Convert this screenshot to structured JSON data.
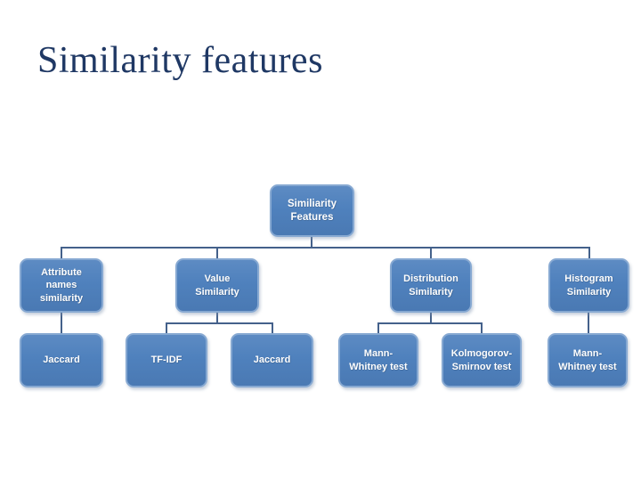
{
  "slide": {
    "title": "Similarity features"
  },
  "colors": {
    "title_text": "#1F3864",
    "node_fill": "#4F81BD",
    "node_border": "#87A9D2",
    "node_text": "#FFFFFF",
    "connector": "#44618B",
    "background": "#FFFFFF"
  },
  "diagram": {
    "type": "hierarchy",
    "root": {
      "id": "similiarity-features",
      "label": "Similiarity\nFeatures"
    },
    "level2": [
      {
        "id": "attribute-names-similarity",
        "parent": "similiarity-features",
        "label": "Attribute\nnames\nsimilarity"
      },
      {
        "id": "value-similarity",
        "parent": "similiarity-features",
        "label": "Value\nSimilarity"
      },
      {
        "id": "distribution-similarity",
        "parent": "similiarity-features",
        "label": "Distribution\nSimilarity"
      },
      {
        "id": "histogram-similarity",
        "parent": "similiarity-features",
        "label": "Histogram\nSimilarity"
      }
    ],
    "level3": [
      {
        "id": "jaccard-1",
        "parent": "attribute-names-similarity",
        "label": "Jaccard"
      },
      {
        "id": "tf-idf",
        "parent": "value-similarity",
        "label": "TF-IDF"
      },
      {
        "id": "jaccard-2",
        "parent": "value-similarity",
        "label": "Jaccard"
      },
      {
        "id": "mann-whitney-1",
        "parent": "distribution-similarity",
        "label": "Mann-\nWhitney test"
      },
      {
        "id": "kolmogorov-smirnov",
        "parent": "distribution-similarity",
        "label": "Kolmogorov-\nSmirnov test"
      },
      {
        "id": "mann-whitney-2",
        "parent": "histogram-similarity",
        "label": "Mann-\nWhitney test"
      }
    ]
  }
}
